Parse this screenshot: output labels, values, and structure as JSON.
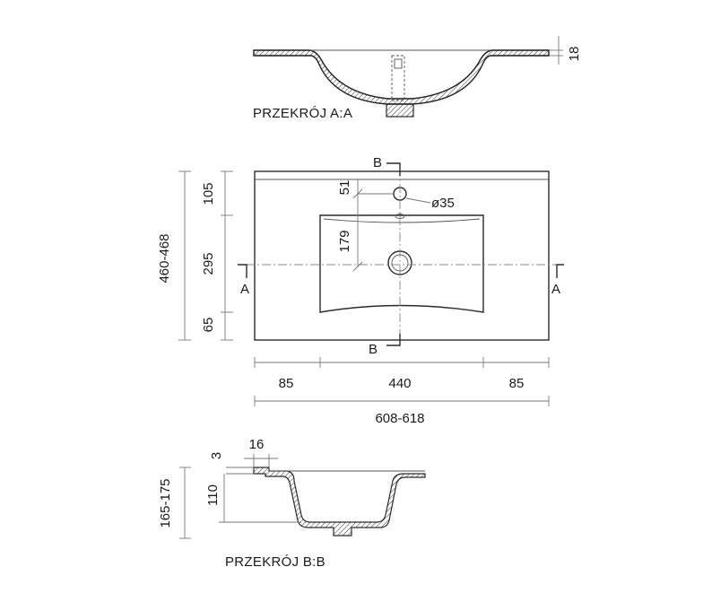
{
  "section_aa": {
    "title": "PRZEKRÓJ A:A",
    "dim_thickness": "18"
  },
  "plan": {
    "cut_b_top": "B",
    "cut_b_bottom": "B",
    "cut_a_left": "A",
    "cut_a_right": "A",
    "dim_tap_offset": "51",
    "dim_tap_hole": "ø35",
    "dim_drain_offset": "179",
    "dim_depth_total": "460-468",
    "dim_back_edge": "105",
    "dim_bowl_depth": "295",
    "dim_front_edge": "65",
    "dim_left_edge": "85",
    "dim_bowl_width": "440",
    "dim_right_edge": "85",
    "dim_width_total": "608-618"
  },
  "section_bb": {
    "title": "PRZEKRÓJ B:B",
    "dim_rim": "3",
    "dim_lip": "16",
    "dim_bowl_height": "110",
    "dim_height_total": "165-175"
  }
}
